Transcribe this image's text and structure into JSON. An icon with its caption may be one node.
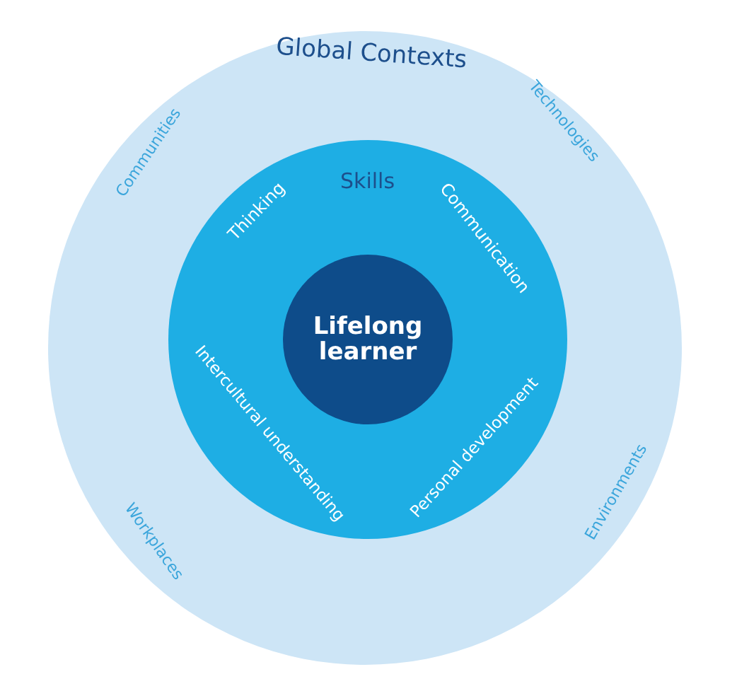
{
  "diagram": {
    "nodes": [
      {
        "text": [
          "Global Contexts",
          "Communities",
          "Technologies",
          "Workplaces",
          "Environments"
        ]
      },
      {
        "text": [
          "Skills",
          "Thinking",
          "Communication",
          "Intercultural understanding",
          "Personal development"
        ],
        "in": 0
      },
      {
        "text": [
          "Lifelong learner"
        ],
        "in": 1
      }
    ]
  }
}
